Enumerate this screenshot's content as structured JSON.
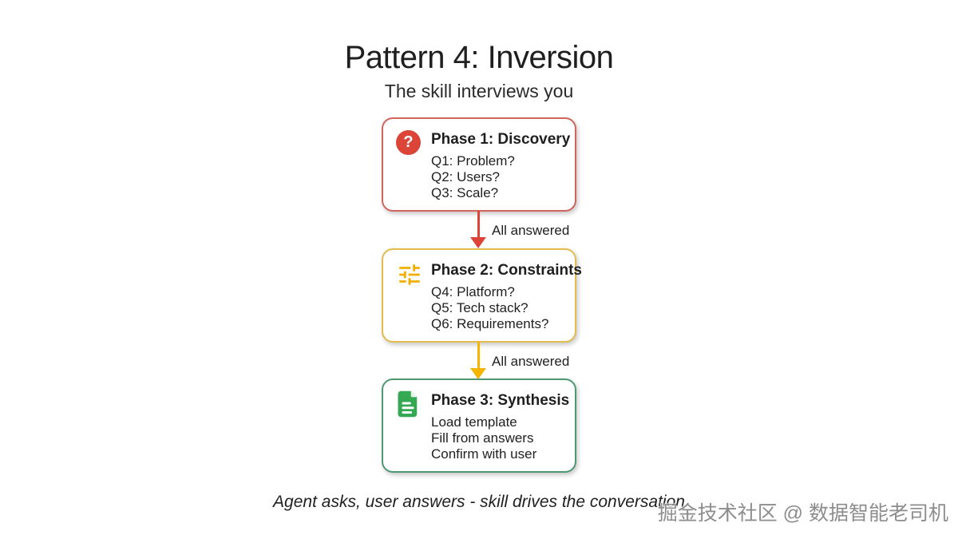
{
  "header": {
    "title": "Pattern 4: Inversion",
    "subtitle": "The skill interviews you"
  },
  "phases": [
    {
      "heading": "Phase 1: Discovery",
      "lines": [
        "Q1: Problem?",
        "Q2: Users?",
        "Q3: Scale?"
      ],
      "icon": "question-circle-icon",
      "icon_glyph": "?",
      "icon_color": "#db4437",
      "border_color": "#d0655c"
    },
    {
      "heading": "Phase 2: Constraints",
      "lines": [
        "Q4: Platform?",
        "Q5: Tech stack?",
        "Q6: Requirements?"
      ],
      "icon": "tune-sliders-icon",
      "icon_color": "#f2af00",
      "border_color": "#e3bc4f"
    },
    {
      "heading": "Phase 3: Synthesis",
      "lines": [
        "Load template",
        "Fill from answers",
        "Confirm with user"
      ],
      "icon": "document-icon",
      "icon_color": "#34a853",
      "border_color": "#4e9973"
    }
  ],
  "arrows": [
    {
      "label": "All answered",
      "color": "#db4437"
    },
    {
      "label": "All answered",
      "color": "#f4b400"
    }
  ],
  "caption": "Agent asks, user answers - skill drives the conversation",
  "watermark": "掘金技术社区 @ 数据智能老司机"
}
